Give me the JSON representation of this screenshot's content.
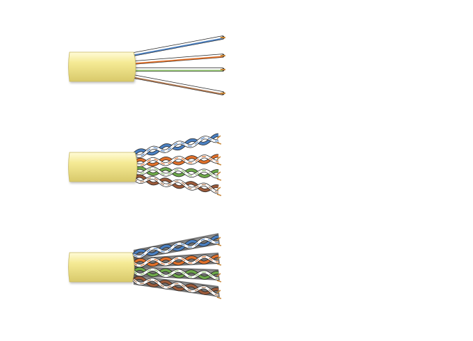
{
  "figure": {
    "colors": {
      "background": "#ffffff",
      "jacket": "#f5ea95",
      "jacket_highlight": "#fffbd8",
      "jacket_shadow": "#d8c96a",
      "copper": "#c8883a",
      "foil": "#5a5a5a",
      "foil_light": "#9a9a9a"
    },
    "pairs": [
      {
        "name": "blue-pair",
        "stripe": "#4a7fc0",
        "solid": "#4a7fc0"
      },
      {
        "name": "orange-pair",
        "stripe": "#e0702a",
        "solid": "#e0702a"
      },
      {
        "name": "green-pair",
        "stripe": "#8cc06a",
        "solid": "#6da84a"
      },
      {
        "name": "brown-pair",
        "stripe": "#b07850",
        "solid": "#9a5a3a"
      }
    ],
    "cables": [
      {
        "name": "untwisted-cable",
        "kind": "straight"
      },
      {
        "name": "twisted-pair-cable",
        "kind": "twisted"
      },
      {
        "name": "shielded-twisted-pair-cable",
        "kind": "shielded"
      }
    ]
  }
}
